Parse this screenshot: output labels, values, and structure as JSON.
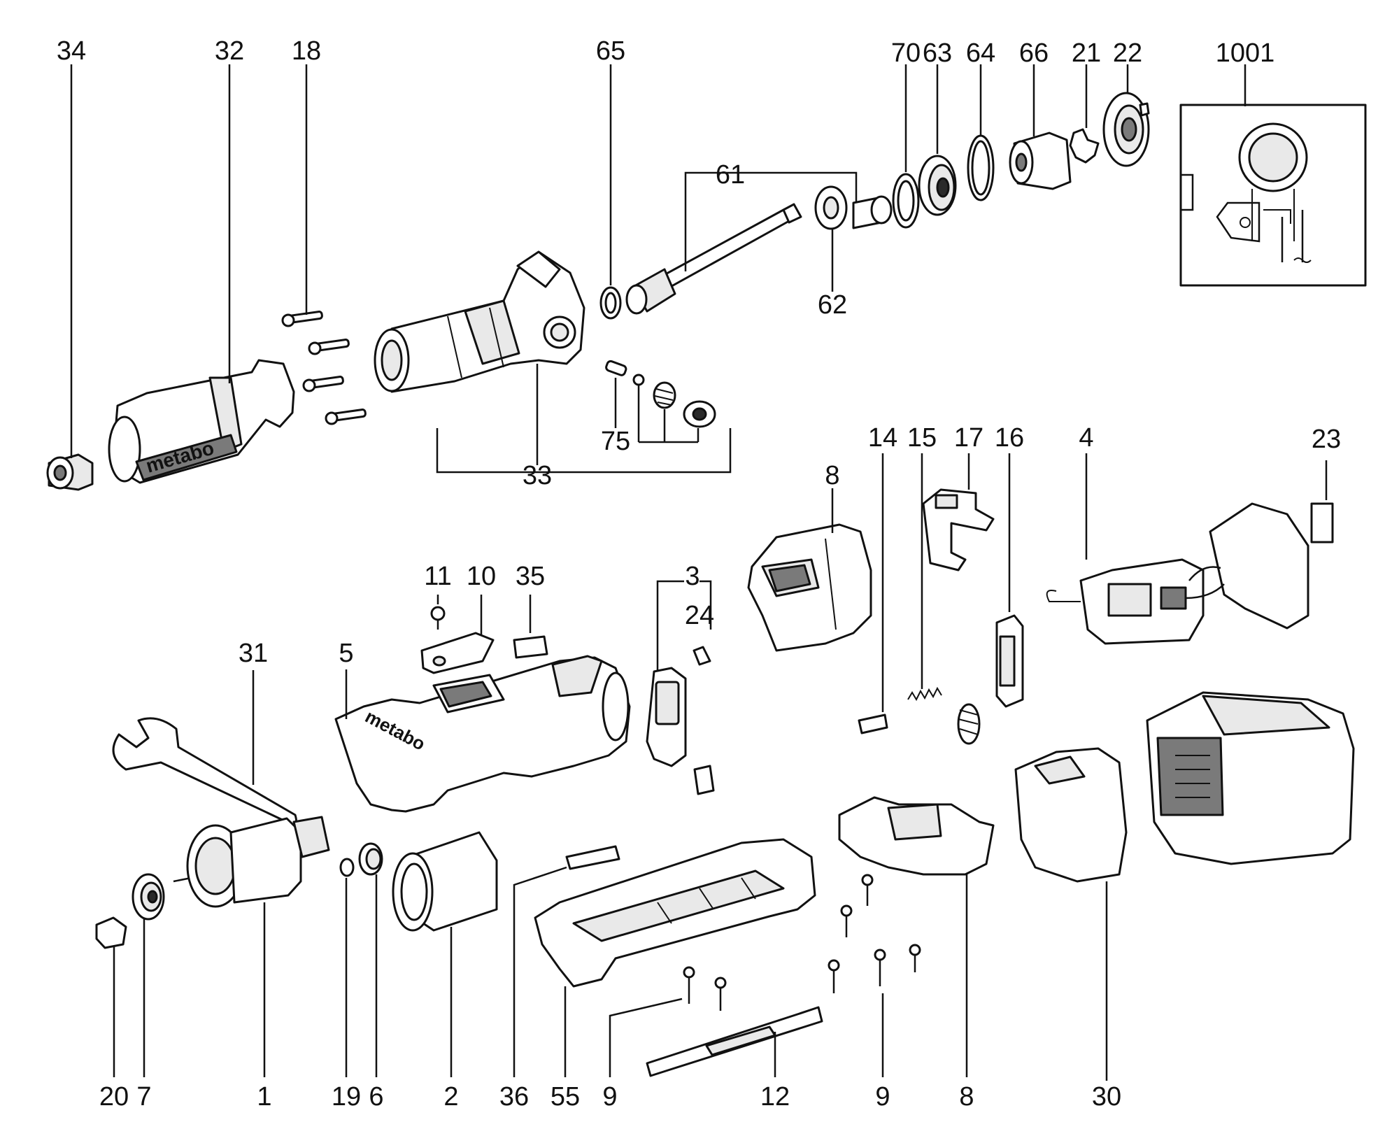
{
  "labels": {
    "l34": "34",
    "l32": "32",
    "l18": "18",
    "l65": "65",
    "l61": "61",
    "l62": "62",
    "l70": "70",
    "l63": "63",
    "l64": "64",
    "l66": "66",
    "l21": "21",
    "l22": "22",
    "l1001": "1001",
    "l75": "75",
    "l33": "33",
    "l8top": "8",
    "l14": "14",
    "l15": "15",
    "l17": "17",
    "l16": "16",
    "l4": "4",
    "l23": "23",
    "l11": "11",
    "l10": "10",
    "l35": "35",
    "l3": "3",
    "l24": "24",
    "l31": "31",
    "l5": "5",
    "l20": "20",
    "l7": "7",
    "l1": "1",
    "l19": "19",
    "l6": "6",
    "l2": "2",
    "l36": "36",
    "l55": "55",
    "l9a": "9",
    "l12": "12",
    "l9b": "9",
    "l8b": "8",
    "l30": "30"
  },
  "wordmarks": {
    "nose": "metabo",
    "housing": "metabo"
  },
  "colors": {
    "line": "#111111",
    "fill": "#ffffff",
    "shade": "#e9e9e9",
    "dark": "#7a7a7a"
  }
}
